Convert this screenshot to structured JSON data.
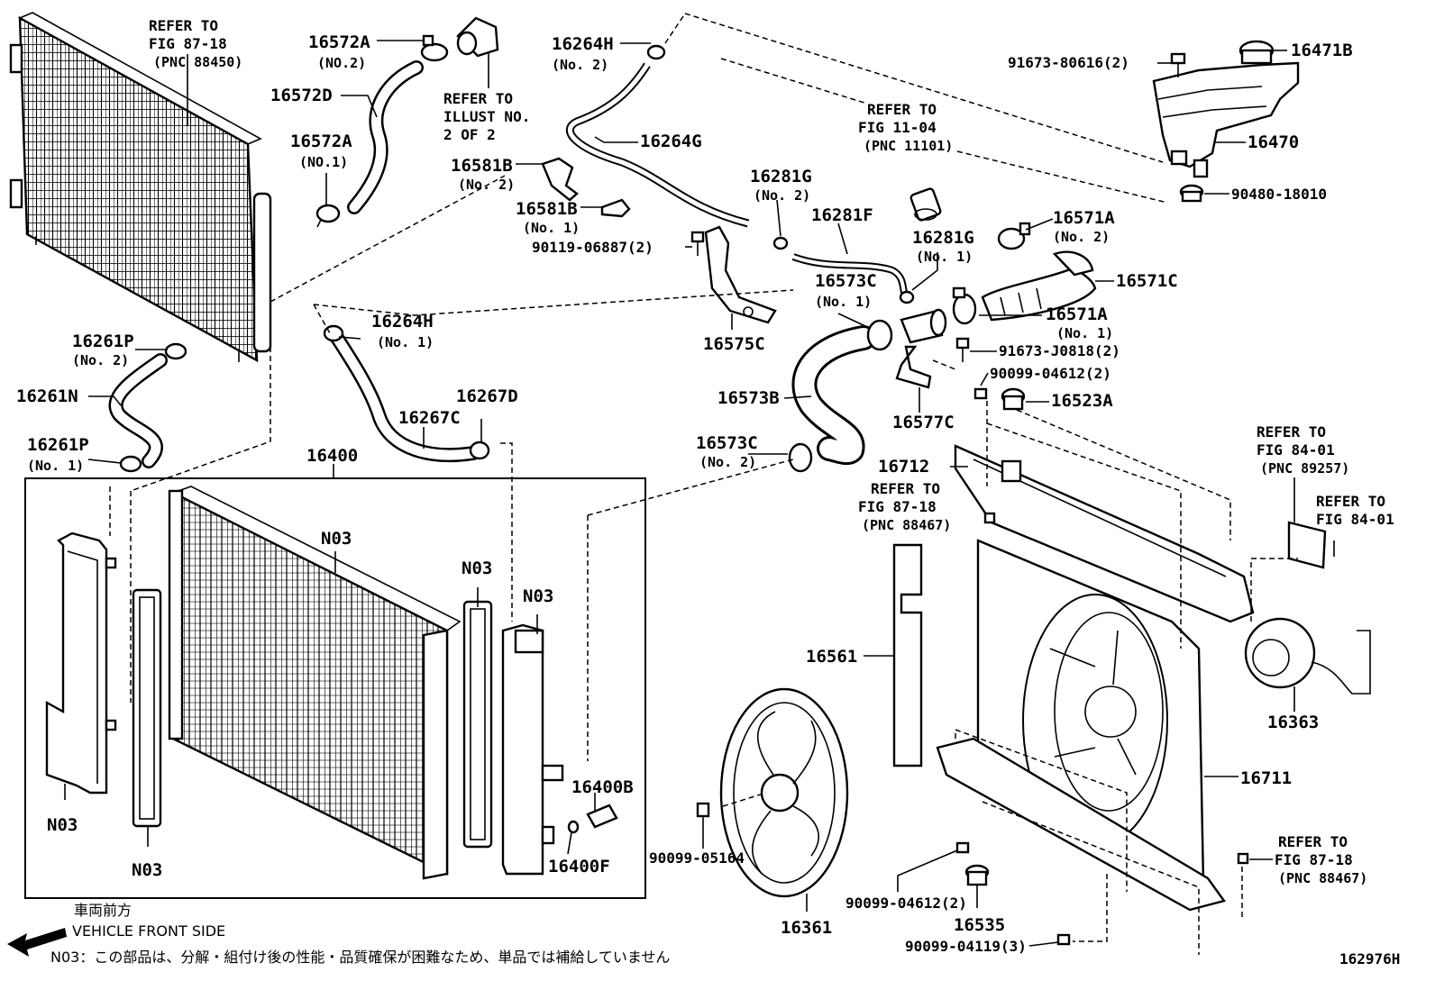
{
  "labels": {
    "p16572A_2": "16572A",
    "p16572A_2_sub": "(NO.2)",
    "p16572D": "16572D",
    "refer_illust": [
      "REFER TO",
      "ILLUST NO.",
      "2 OF 2"
    ],
    "p16572A_1": "16572A",
    "p16572A_1_sub": "(NO.1)",
    "refer_87_18_top": [
      "REFER TO",
      "FIG 87-18",
      "(PNC 88450)"
    ],
    "p16264H_2": "16264H",
    "p16264H_2_sub": "(No. 2)",
    "p16264G": "16264G",
    "p16581B_2": "16581B",
    "p16581B_2_sub": "(No. 2)",
    "p16581B_1": "16581B",
    "p16581B_1_sub": "(No. 1)",
    "p90119": "90119-06887(2)",
    "p16281G_2": "16281G",
    "p16281G_2_sub": "(No. 2)",
    "p16281F": "16281F",
    "refer_11_04": [
      "REFER TO",
      "FIG 11-04",
      "(PNC 11101)"
    ],
    "p91673_80616": "91673-80616(2)",
    "p16471B": "16471B",
    "p16470": "16470",
    "p90480": "90480-18010",
    "p16571A_2": "16571A",
    "p16571A_2_sub": "(No. 2)",
    "p16281G_1": "16281G",
    "p16281G_1_sub": "(No. 1)",
    "p16571C": "16571C",
    "p16573C_1": "16573C",
    "p16573C_1_sub": "(No. 1)",
    "p16571A_1": "16571A",
    "p16571A_1_sub": "(No. 1)",
    "p91673_J0818": "91673-J0818(2)",
    "p90099_04612_top": "90099-04612(2)",
    "p16523A": "16523A",
    "p16575C": "16575C",
    "p16577C": "16577C",
    "p16573B": "16573B",
    "p16573C_2": "16573C",
    "p16573C_2_sub": "(No. 2)",
    "p16261P_2": "16261P",
    "p16261P_2_sub": "(No. 2)",
    "p16261N": "16261N",
    "p16261P_1": "16261P",
    "p16261P_1_sub": "(No. 1)",
    "p16264H_1": "16264H",
    "p16264H_1_sub": "(No. 1)",
    "p16267D": "16267D",
    "p16267C": "16267C",
    "p16400": "16400",
    "p16712": "16712",
    "refer_87_18_mid": [
      "REFER TO",
      "FIG 87-18",
      "(PNC 88467)"
    ],
    "refer_84_01_a": [
      "REFER TO",
      "FIG 84-01",
      "(PNC 89257)"
    ],
    "refer_84_01_b": [
      "REFER TO",
      "FIG 84-01"
    ],
    "n03_a": "N03",
    "n03_b": "N03",
    "n03_c": "N03",
    "n03_left": "N03",
    "n03_seal": "N03",
    "p16400B": "16400B",
    "p16400F": "16400F",
    "p16561": "16561",
    "p16363": "16363",
    "p16711": "16711",
    "p90099_05164": "90099-05164",
    "p16361": "16361",
    "p90099_04612_bot": "90099-04612(2)",
    "p16535": "16535",
    "p90099_04119": "90099-04119(3)",
    "refer_87_18_bot": [
      "REFER TO",
      "FIG 87-18",
      "(PNC 88467)"
    ]
  },
  "footer": {
    "direction_jp": "車両前方",
    "direction_en": "VEHICLE FRONT SIDE",
    "note": "N03：この部品は、分解・組付け後の性能・品質確保が困難なため、単品では補給していません",
    "drawing_no": "162976H"
  }
}
